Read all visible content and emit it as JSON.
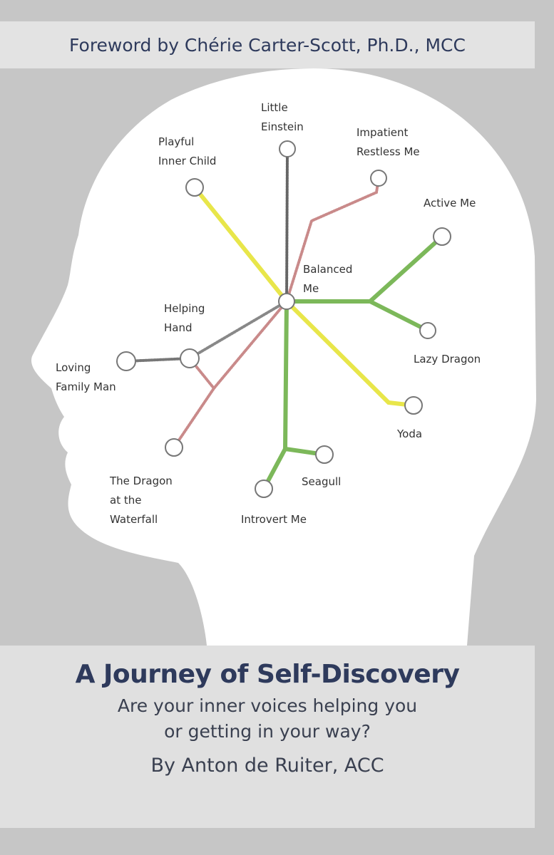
{
  "foreword": "Foreword by Chérie Carter-Scott, Ph.D., MCC",
  "title": "A Journey of Self-Discovery",
  "subtitle_line1": "Are your inner voices helping you",
  "subtitle_line2": "or getting in your way?",
  "author": "By Anton de Ruiter, ACC",
  "map": {
    "nodes": {
      "balanced": "Balanced Me",
      "einstein": [
        "Little",
        "Einstein"
      ],
      "playful": [
        "Playful",
        "Inner Child"
      ],
      "impatient": [
        "Impatient",
        "Restless Me"
      ],
      "active": "Active Me",
      "lazy": "Lazy Dragon",
      "yoda": "Yoda",
      "seagull": "Seagull",
      "introvert": "Introvert Me",
      "waterfall": [
        "The Dragon",
        "at the",
        "Waterfall"
      ],
      "helping": [
        "Helping",
        "Hand"
      ],
      "loving": [
        "Loving",
        "Family Man"
      ]
    },
    "colors": {
      "yellow": "#e8e64a",
      "green": "#7cb85a",
      "red": "#c98a8a",
      "gray": "#777777"
    }
  }
}
